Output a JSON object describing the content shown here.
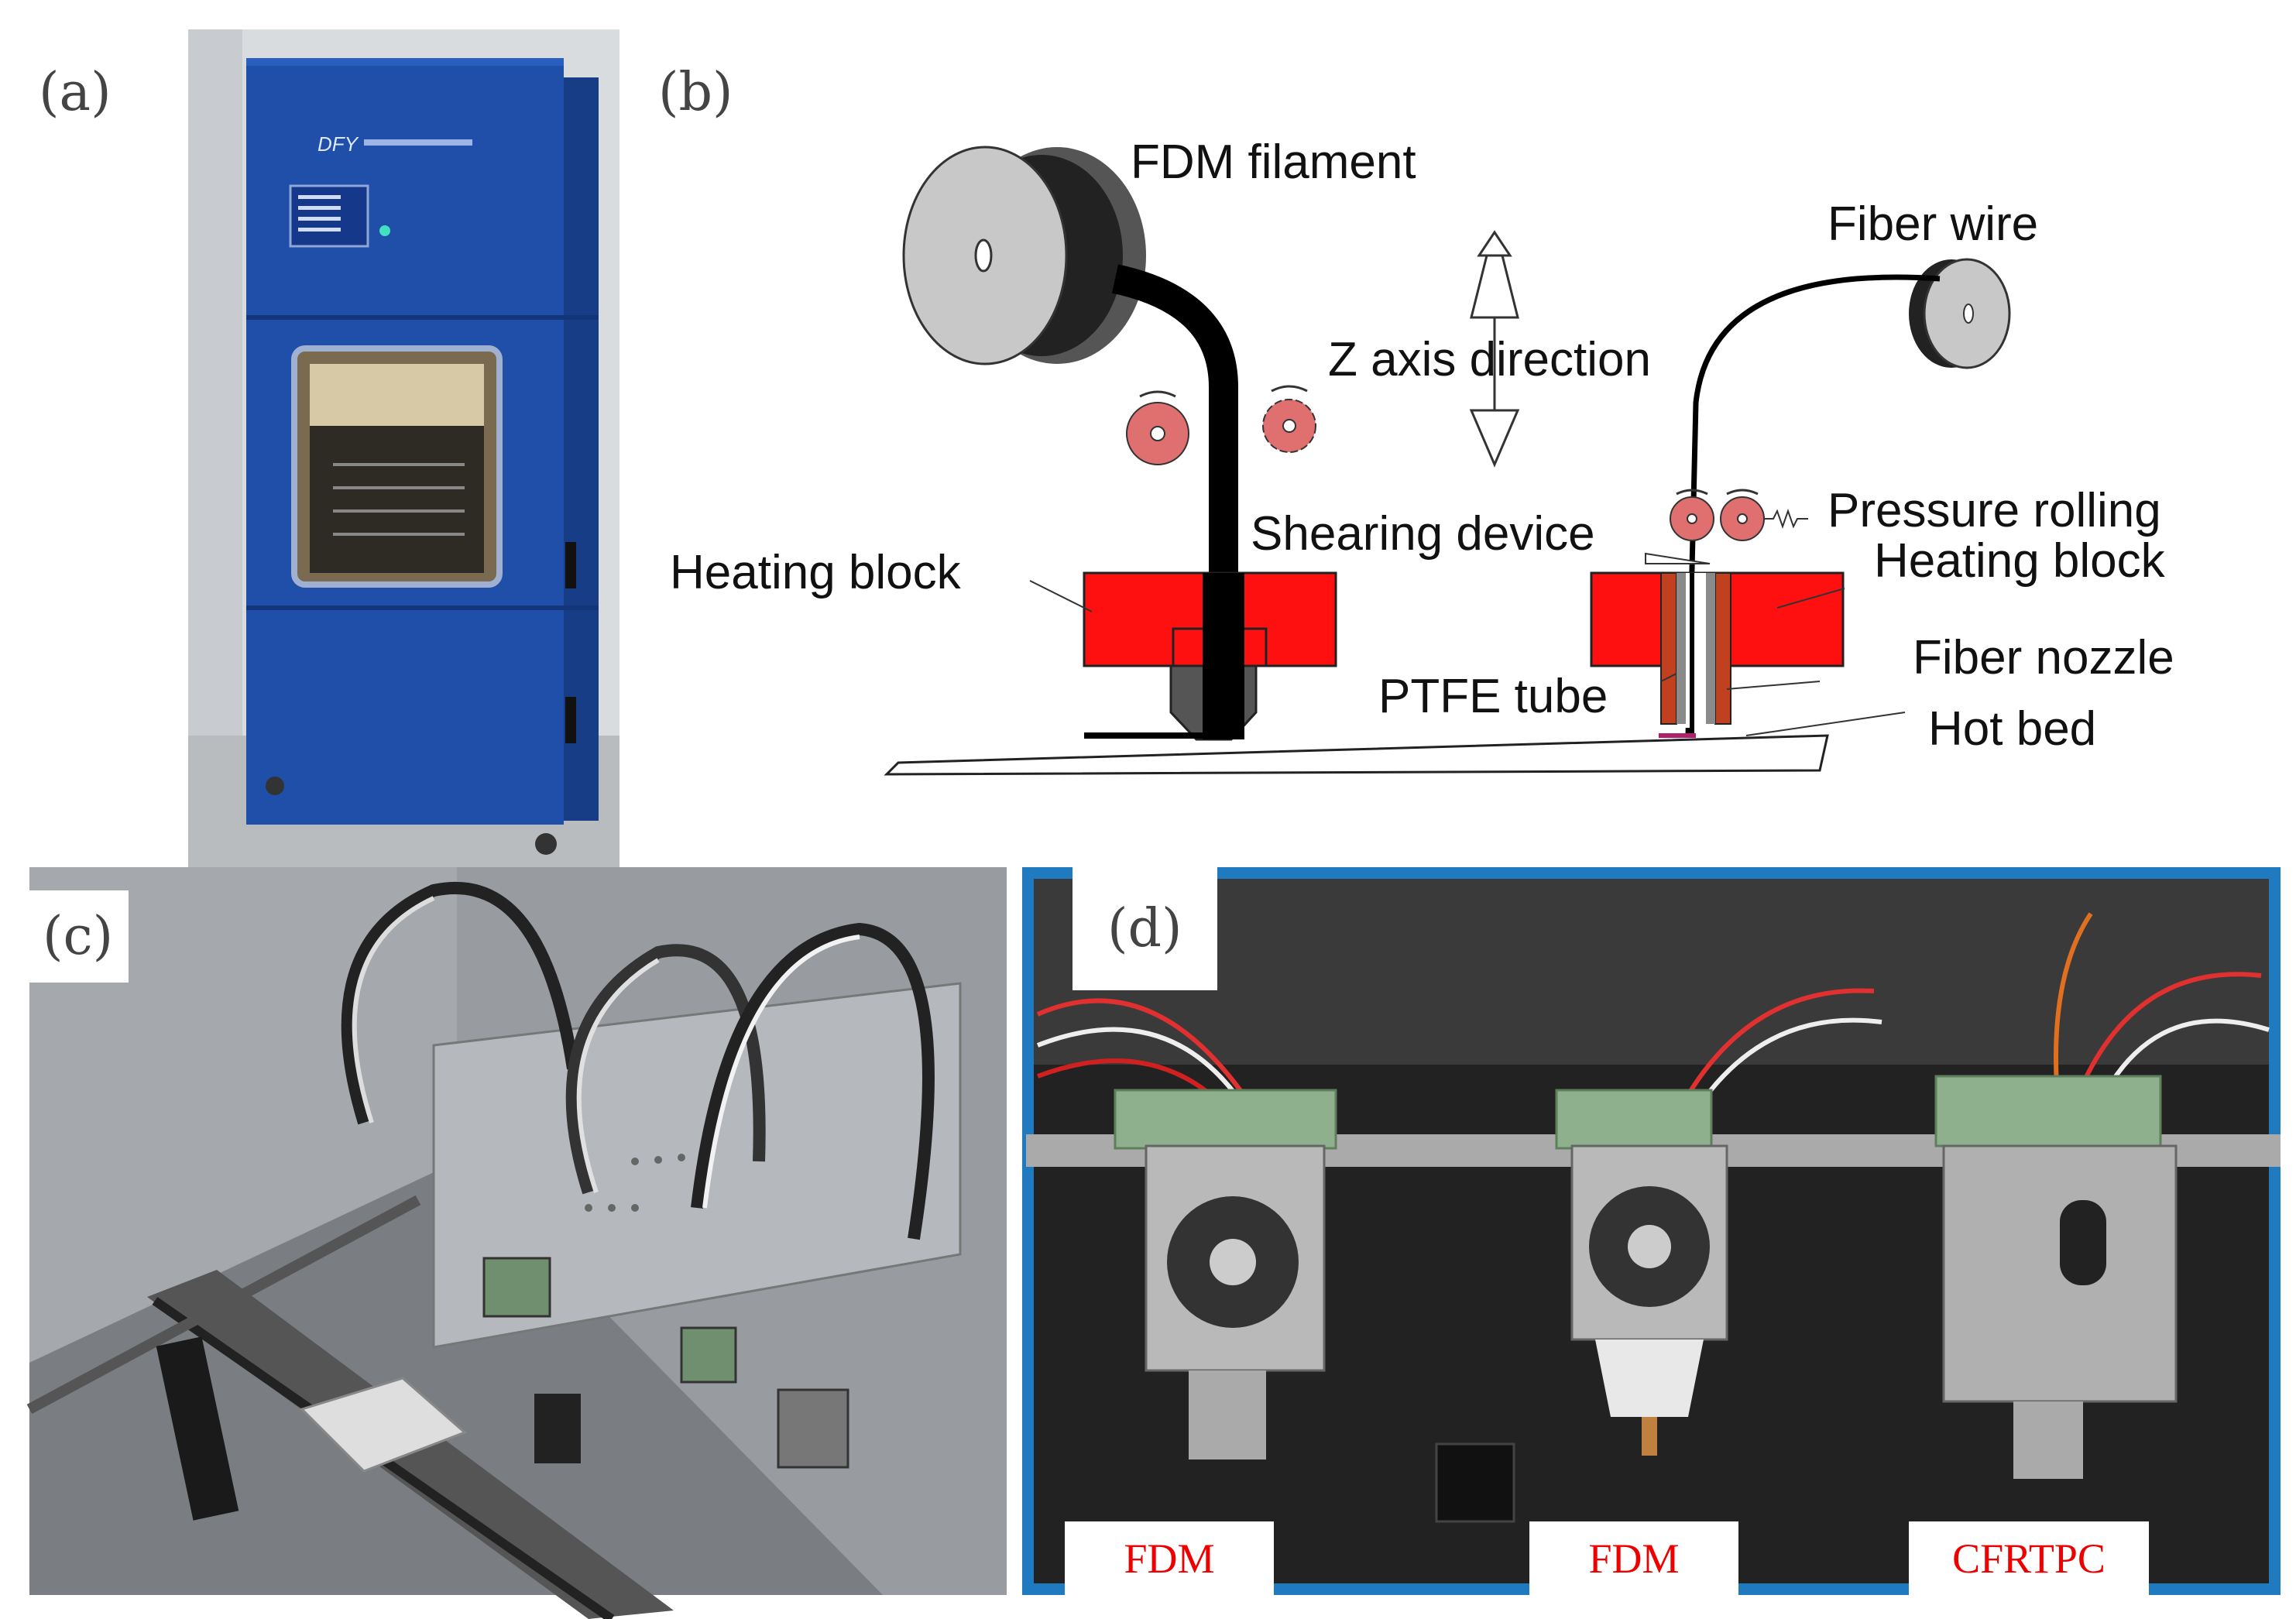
{
  "panels": {
    "a": {
      "label": "(a)"
    },
    "b": {
      "label": "(b)",
      "labels": {
        "fdm_filament": "FDM filament",
        "fiber_wire": "Fiber wire",
        "z_axis": "Z axis direction",
        "shearing_device": "Shearing device",
        "pressure_rolling": "Pressure rolling",
        "heating_block_left": "Heating block",
        "heating_block_right": "Heating block",
        "fiber_nozzle": "Fiber nozzle",
        "ptfe_tube": "PTFE tube",
        "hot_bed": "Hot bed"
      }
    },
    "c": {
      "label": "(c)"
    },
    "d": {
      "label": "(d)",
      "nozzles": [
        "FDM",
        "FDM",
        "CFRTPC"
      ]
    }
  },
  "colors": {
    "cabinet_blue": "#1f4fa8",
    "heating_block_red": "#ff1010",
    "roller_pink": "#e07070",
    "nozzle_label_red": "#e00000"
  }
}
